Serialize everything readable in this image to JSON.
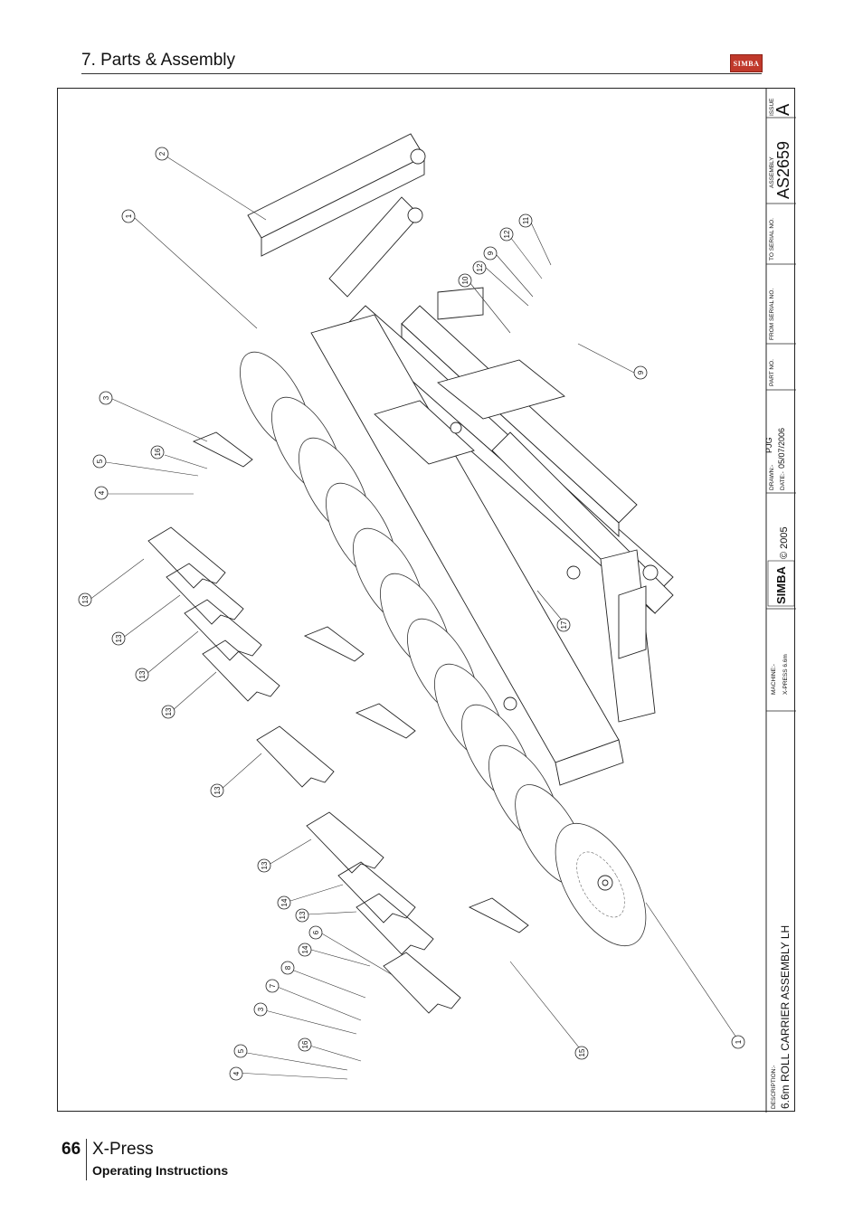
{
  "header": {
    "section_title": "7. Parts & Assembly",
    "logo_text": "SIMBA"
  },
  "footer": {
    "page_number": "66",
    "product": "X-Press",
    "subtitle": "Operating Instructions"
  },
  "title_block": {
    "issue_label": "ISSUE",
    "issue_value": "A",
    "assembly_label": "ASSEMBLY",
    "assembly_value": "AS2659",
    "to_serial_label": "TO SERIAL NO.",
    "from_serial_label": "FROM SERIAL NO.",
    "part_no_label": "PART NO.",
    "drawn_label": "DRAWN:-",
    "drawn_value": "PJG",
    "date_label": "DATE:-",
    "date_value": "05/07/2006",
    "copyright": "© 2005",
    "logo_text": "SIMBA",
    "machine_label": "MACHINE:-",
    "machine_value": "X-PRESS 6.6m",
    "description_label": "DESCRIPTION:-",
    "description_value": "6.6m ROLL CARRIER ASSEMBLY LH"
  },
  "balloons": [
    "1",
    "2",
    "3",
    "4",
    "5",
    "16",
    "9",
    "10",
    "12",
    "9",
    "12",
    "11",
    "13",
    "13",
    "13",
    "13",
    "13",
    "13",
    "13",
    "14",
    "14",
    "6",
    "8",
    "7",
    "3",
    "16",
    "5",
    "4",
    "17",
    "15",
    "1"
  ],
  "colors": {
    "logo_red": "#c0392b",
    "line": "#222222"
  }
}
